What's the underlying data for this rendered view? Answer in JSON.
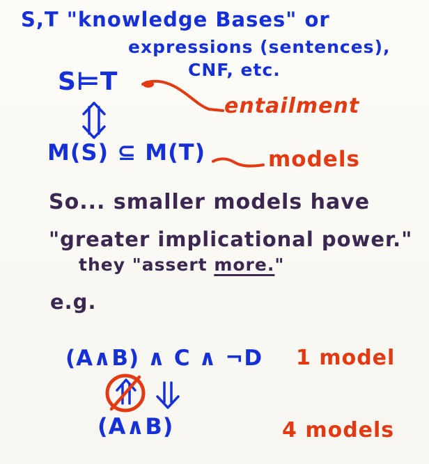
{
  "whiteboard": {
    "line1": "S,T \"knowledge Bases\" or",
    "line2": "expressions (sentences),",
    "line3": "CNF, etc.",
    "entailment_expr": "S⊨T",
    "entailment_label": "entailment",
    "models_expr": "M(S) ⊆ M(T)",
    "models_label": "models",
    "so_line": "So... smaller models have",
    "quote_line": "\"greater implicational power.\"",
    "they_prefix": "they \"assert ",
    "they_more": "more.",
    "they_suffix": "\"",
    "eg": "e.g.",
    "expr1": "(A∧B) ∧ C ∧ ¬D",
    "expr1_count": "1 model",
    "expr2": "(A∧B)",
    "expr2_count": "4 models",
    "colors": {
      "blue": "#1530d6",
      "red": "#e23a12",
      "purple": "#3b2750"
    },
    "icons": [
      "double-arrow-icon",
      "crossed-up-arrow-icon",
      "down-double-arrow-icon"
    ]
  }
}
